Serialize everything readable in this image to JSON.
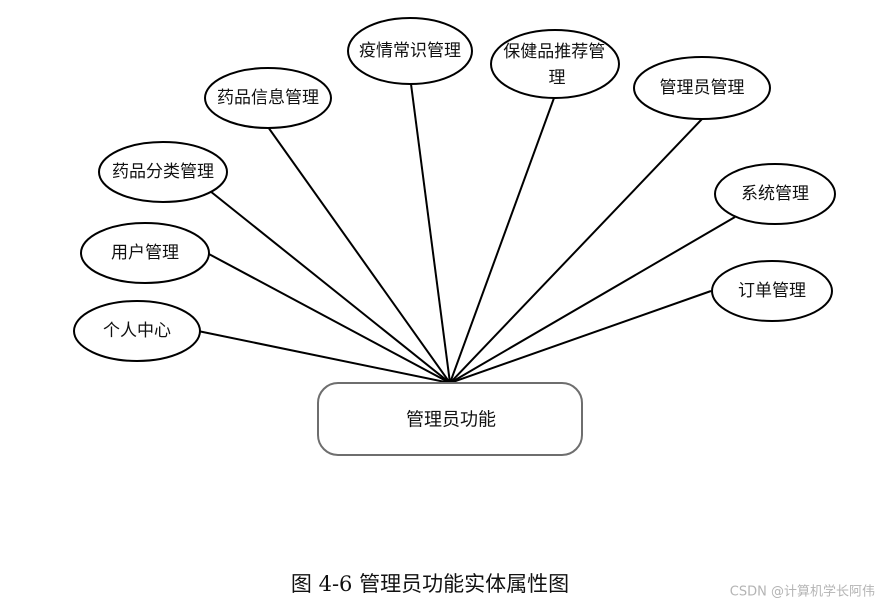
{
  "diagram": {
    "center": "管理员功能",
    "attributes": [
      {
        "id": "personal-center",
        "label": "个人中心"
      },
      {
        "id": "user-management",
        "label": "用户管理"
      },
      {
        "id": "drug-category-management",
        "label": "药品分类管理"
      },
      {
        "id": "drug-info-management",
        "label": "药品信息管理"
      },
      {
        "id": "epidemic-knowledge-management",
        "label": "疫情常识管理"
      },
      {
        "id": "health-product-recommendation-management",
        "label": "保健品推荐管理"
      },
      {
        "id": "admin-management",
        "label": "管理员管理"
      },
      {
        "id": "system-management",
        "label": "系统管理"
      },
      {
        "id": "order-management",
        "label": "订单管理"
      }
    ]
  },
  "caption": "图 4-6 管理员功能实体属性图",
  "watermark": "CSDN @计算机学长阿伟"
}
